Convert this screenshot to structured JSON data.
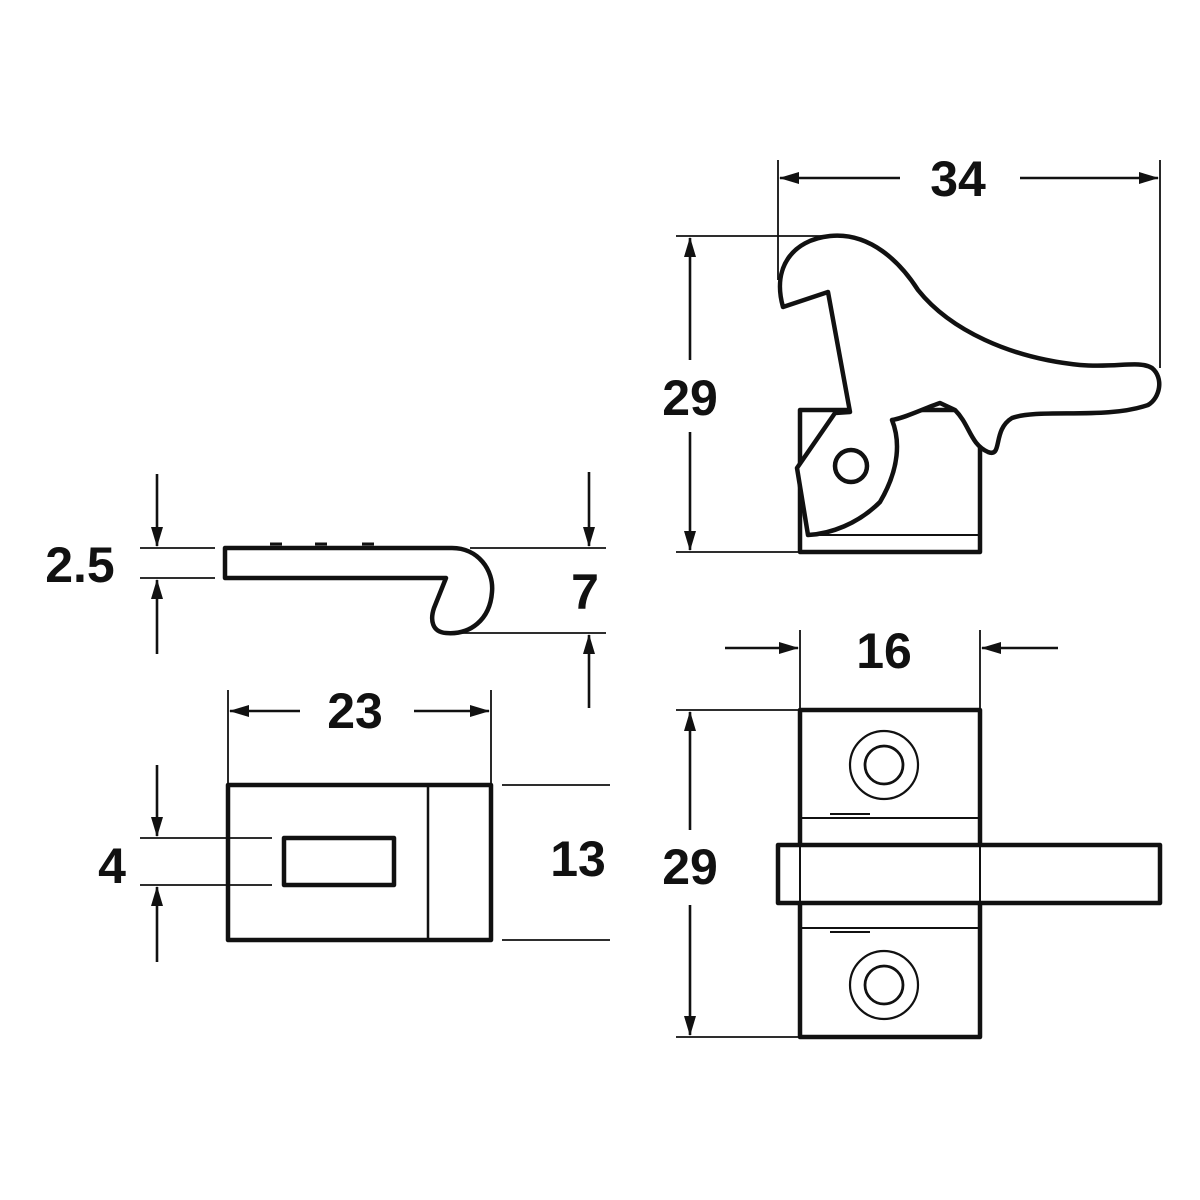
{
  "colors": {
    "line": "#111111",
    "background": "#ffffff"
  },
  "dimensions": {
    "keep_width": "34",
    "keep_height": "29",
    "catch_length": "23",
    "catch_thickness": "2.5",
    "catch_height": "7",
    "slot_height": "4",
    "catch_width": "13",
    "plate_width": "16",
    "plate_height": "29"
  }
}
